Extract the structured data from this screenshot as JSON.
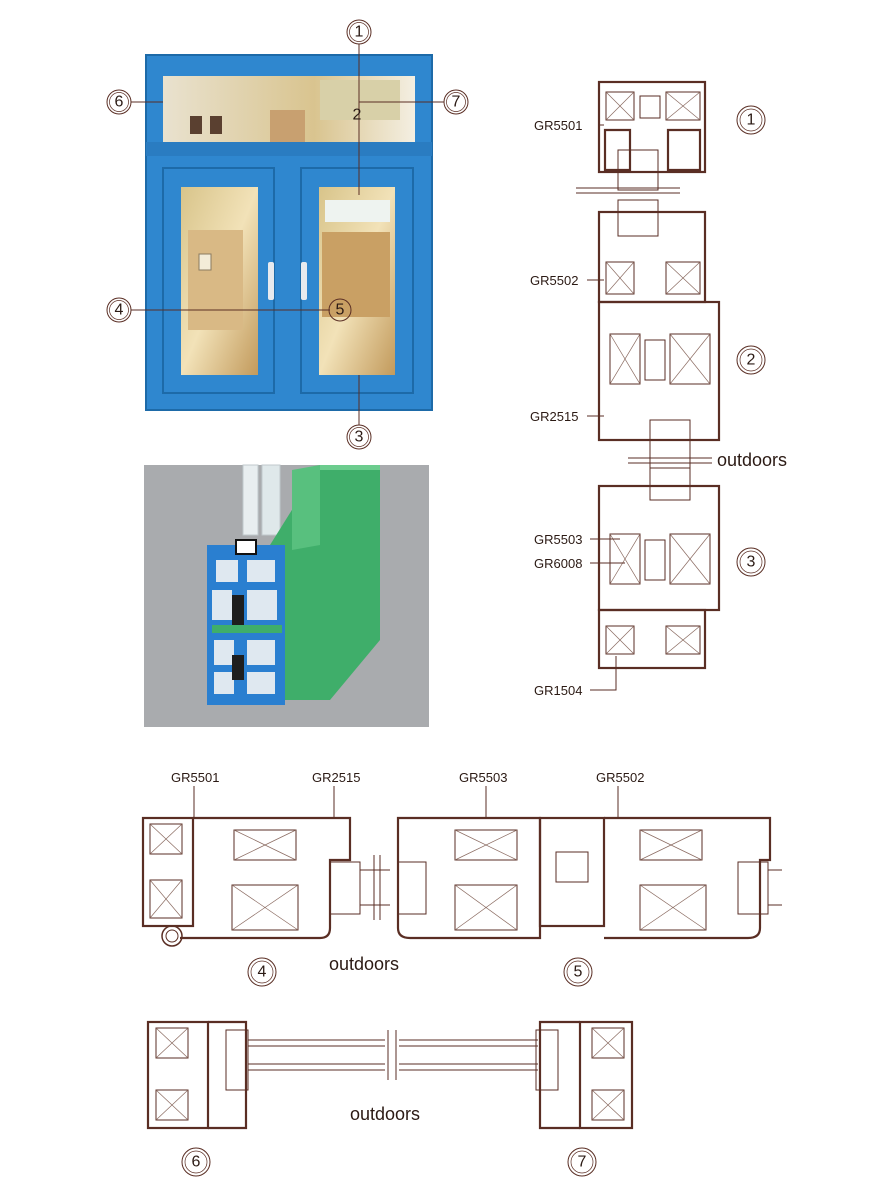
{
  "callouts": {
    "c1": "1",
    "c2": "2",
    "c3": "3",
    "c4": "4",
    "c5": "5",
    "c6": "6",
    "c7": "7"
  },
  "labels": {
    "gr5501": "GR5501",
    "gr5502": "GR5502",
    "gr2515": "GR2515",
    "gr5503": "GR5503",
    "gr6008": "GR6008",
    "gr1504": "GR1504"
  },
  "outdoors": "outdoors",
  "colors": {
    "frame_blue": "#2f87cf",
    "profile_stroke": "#5a2e24",
    "profile_green": "#3fae6a",
    "profile_blue": "#2a7fd0",
    "render_bg": "#a9abae"
  }
}
